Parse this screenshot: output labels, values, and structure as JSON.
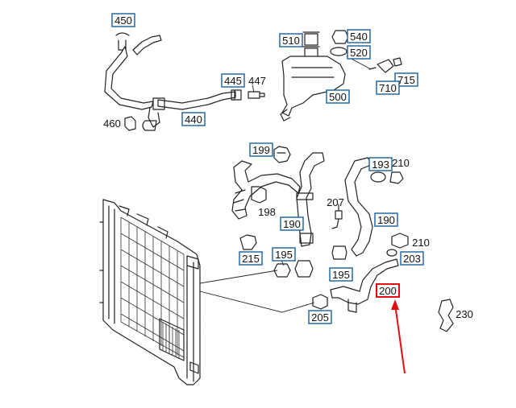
{
  "labels": {
    "l450": "450",
    "l445": "445",
    "l447": "447",
    "l460": "460",
    "l440": "440",
    "l510": "510",
    "l540": "540",
    "l520": "520",
    "l715": "715",
    "l710": "710",
    "l500": "500",
    "l199": "199",
    "l193": "193",
    "l210a": "210",
    "l207": "207",
    "l198": "198",
    "l190a": "190",
    "l190b": "190",
    "l210b": "210",
    "l215": "215",
    "l195a": "195",
    "l203": "203",
    "l195b": "195",
    "l200": "200",
    "l205": "205",
    "l230": "230"
  },
  "colors": {
    "box_border": "#1a5f9e",
    "highlight": "#e01010",
    "line": "#222222"
  }
}
